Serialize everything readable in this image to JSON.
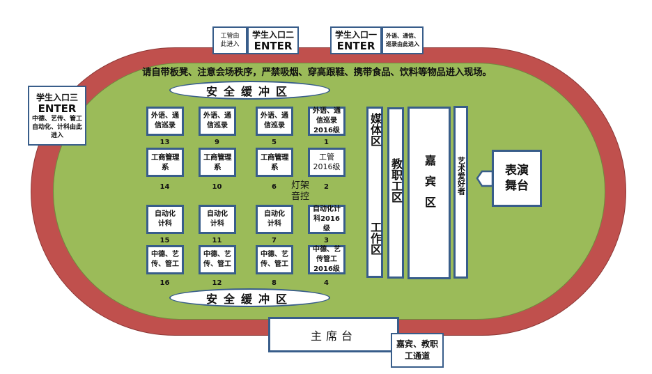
{
  "colors": {
    "track": "#c0504d",
    "field": "#9bbb59",
    "box_border": "#385d8a",
    "box_fill": "#ffffff"
  },
  "notice": "请自带板凳、注意会场秩序，严禁吸烟、穿高跟鞋、携带食品、饮料等物品进入现场。",
  "buffer_zone_top": "安全缓冲区",
  "buffer_zone_bottom": "安全缓冲区",
  "gates": {
    "gate2_note": "工管由此进入",
    "gate2_title": "学生入口二",
    "gate2_enter": "ENTER",
    "gate1_title": "学生入口一",
    "gate1_enter": "ENTER",
    "gate1_note": "外语、通信、巡录由此进入",
    "gate3_title": "学生入口三",
    "gate3_enter": "ENTER",
    "gate3_note": "中德、艺传、管工自动化、计科由此进入"
  },
  "seating": [
    {
      "label": "外语、通信巡录",
      "number": "13"
    },
    {
      "label": "外语、通信巡录",
      "number": "9"
    },
    {
      "label": "外语、通信巡录",
      "number": "5"
    },
    {
      "label": "外语、通信巡录2016级",
      "number": "1"
    },
    {
      "label": "工商管理系",
      "number": "14"
    },
    {
      "label": "工商管理系",
      "number": "10"
    },
    {
      "label": "工商管理系",
      "number": "6"
    },
    {
      "label": "工管2016级",
      "number": "2"
    },
    {
      "label": "自动化计科",
      "number": "15"
    },
    {
      "label": "自动化计科",
      "number": "11"
    },
    {
      "label": "自动化计科",
      "number": "7"
    },
    {
      "label": "自动化计科2016级",
      "number": "3"
    },
    {
      "label": "中德、艺传、管工",
      "number": "16"
    },
    {
      "label": "中德、艺传、管工",
      "number": "12"
    },
    {
      "label": "中德、艺传、管工",
      "number": "8"
    },
    {
      "label": "中德、艺传管工2016级",
      "number": "4"
    }
  ],
  "lighting_sound": "灯架音控",
  "zones": {
    "media_top": "媒体区",
    "media_bottom": "工作区",
    "staff": "教职工区",
    "guest": "嘉宾区",
    "art": "艺术爱好者",
    "stage": "表演舞台"
  },
  "podium": "主席台",
  "passage": "嘉宾、教职工通道"
}
